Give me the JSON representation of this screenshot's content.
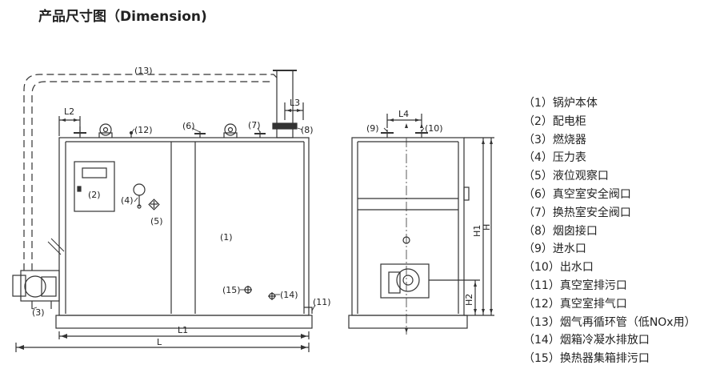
{
  "title": "产品尺寸图（Dimension)",
  "legend": [
    "（1）锅炉本体",
    "（2）配电柜",
    "（3）燃烧器",
    "（4）压力表",
    "（5）液位观察口",
    "（6）真空室安全阀口",
    "（7）换热室安全阀口",
    "（8）烟囱接口",
    "（9）进水口",
    "（10）出水口",
    "（11）真空室排污口",
    "（12）真空室排气口",
    "（13）烟气再循环管（低NOx用）",
    "（14）烟箱冷凝水排放口",
    "（15）换热器集箱排污口"
  ],
  "front": {
    "c13": "(13)",
    "l2": "L2",
    "l3": "L3",
    "c12": "(12)",
    "c6": "(6)",
    "c7": "(7)",
    "c8": "(8)",
    "c2": "(2)",
    "c4": "(4)",
    "c5": "(5)",
    "c1": "(1)",
    "c15": "(15)",
    "c14": "(14)",
    "c11": "(11)",
    "c3": "(3)",
    "L1": "L1",
    "L": "L"
  },
  "side": {
    "l4": "L4",
    "c9": "(9)",
    "c10": "(10)",
    "H1": "H1",
    "H": "H",
    "H2": "H2"
  }
}
